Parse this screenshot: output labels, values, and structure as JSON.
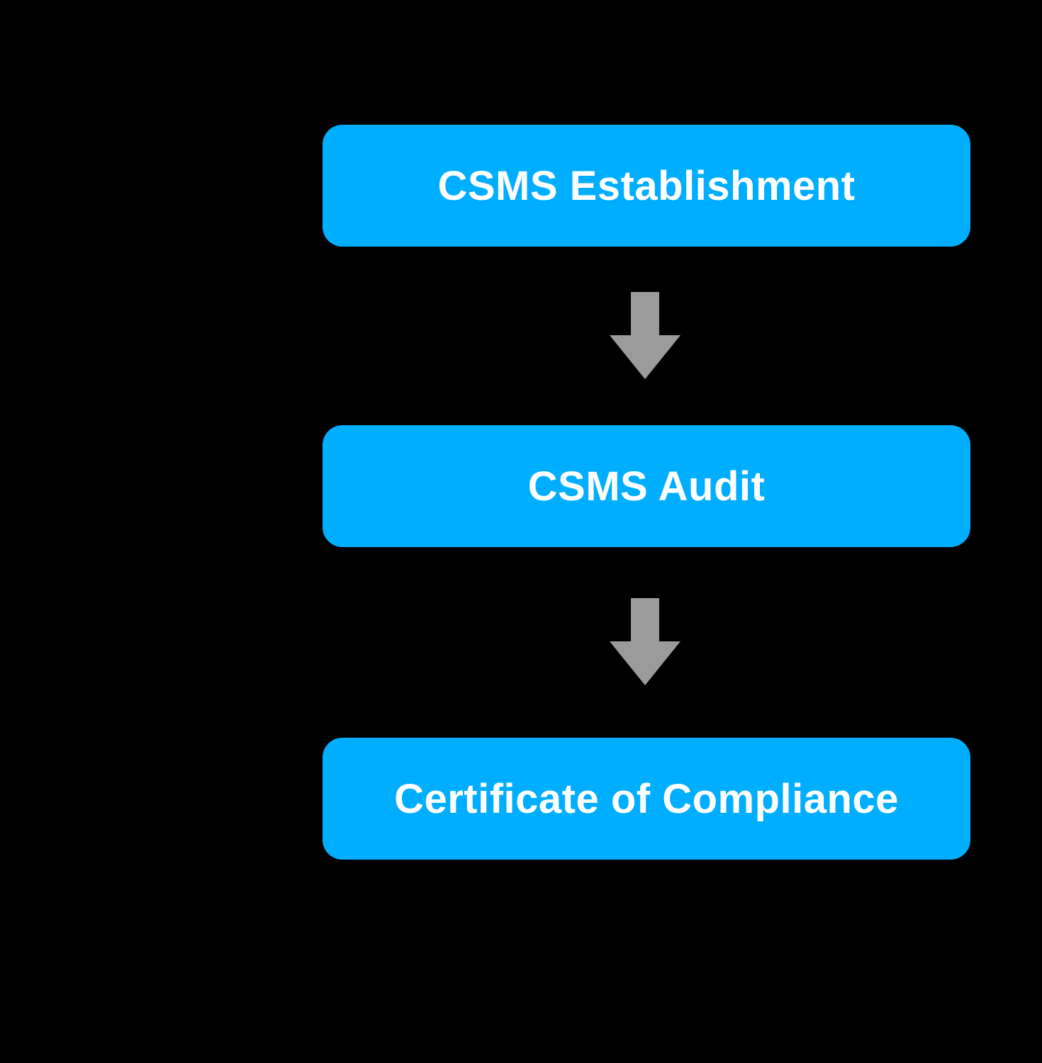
{
  "flowchart": {
    "nodes": [
      {
        "id": "csms-establishment",
        "label": "CSMS Establishment"
      },
      {
        "id": "csms-audit",
        "label": "CSMS Audit"
      },
      {
        "id": "certificate-of-compliance",
        "label": "Certificate of Compliance"
      }
    ],
    "connectors": [
      {
        "from": "csms-establishment",
        "to": "csms-audit",
        "type": "down-arrow"
      },
      {
        "from": "csms-audit",
        "to": "certificate-of-compliance",
        "type": "down-arrow"
      }
    ],
    "colors": {
      "background": "#000000",
      "node_fill": "#00AEFF",
      "node_text": "#FFFFFF",
      "arrow": "#9B9B9B"
    }
  }
}
